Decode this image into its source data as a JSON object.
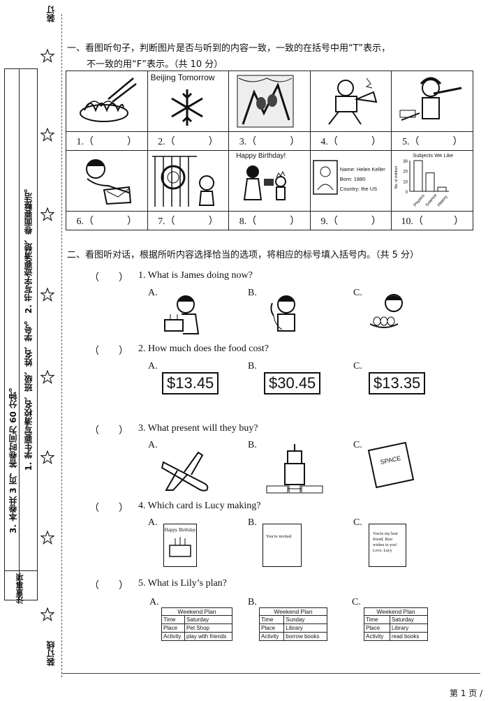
{
  "binding": {
    "top_label": "装订",
    "bottom_label": "装订线",
    "notes_title": "注意事项",
    "note1": "1. 学生要写清校名、班级、姓名、学号。 2. 书写字迹要清楚、卷面要整洁。",
    "note2": "3. 本卷共 3 页，答卷时间为 60 分钟。"
  },
  "section1": {
    "title": "一、看图听句子，判断图片是否与听到的内容一致，一致的在括号中用“T”表示，",
    "title2": "不一致的用“F”表示。（共 10 分）",
    "row1": [
      {
        "num": "1.（",
        "close": "）",
        "icon": "noodles-icon"
      },
      {
        "num": "2.（",
        "close": "）",
        "icon": "snowflake-icon",
        "caption": "Beijing  Tomorrow"
      },
      {
        "num": "3.（",
        "close": "）",
        "icon": "birds-tree-icon"
      },
      {
        "num": "4.（",
        "close": "）",
        "icon": "boy-running-icon"
      },
      {
        "num": "5.（",
        "close": "）",
        "icon": "girl-flute-icon"
      }
    ],
    "row2": [
      {
        "num": "6.（",
        "close": "）",
        "icon": "boy-writing-icon"
      },
      {
        "num": "7.（",
        "close": "）",
        "icon": "lion-cage-icon"
      },
      {
        "num": "8.（",
        "close": "）",
        "icon": "birthday-gift-icon",
        "caption": "Happy Birthday!"
      },
      {
        "num": "9.（",
        "close": "）",
        "icon": "profile-card-icon",
        "name": "Name: Helen Keller",
        "born": "Born: 1880",
        "country": "Country: the US"
      },
      {
        "num": "10.（",
        "close": "）",
        "icon": "bar-chart-icon",
        "chart_title": "Subjects We Like",
        "ylabel": "No. of children",
        "yticks": [
          "30",
          "20",
          "10",
          "0"
        ],
        "cats": [
          "Physics",
          "Science",
          "History"
        ],
        "values": [
          30,
          18,
          4
        ]
      }
    ]
  },
  "section2": {
    "title": "二、看图听对话，根据所听内容选择恰当的选项，将相应的标号填入括号内。（共 5 分）",
    "paren_open": "（",
    "paren_close": "）",
    "q1": "1. What is James doing now?",
    "q2": "2. How much does the food cost?",
    "q3": "3. What present will they buy?",
    "q4": "4. Which card is Lucy making?",
    "q5": "5. What is Lily’s plan?",
    "labels": [
      "A.",
      "B.",
      "C."
    ],
    "prices": [
      "$13.45",
      "$30.45",
      "$13.35"
    ],
    "card_a": "Happy Birthday",
    "card_b": "You're invited",
    "card_c": "You're my best friend. Best wishes to you! Love, Lucy",
    "book_title": "SPACE",
    "plans": [
      {
        "title": "Weekend Plan",
        "rows": [
          [
            "Time",
            "Saturday"
          ],
          [
            "Place",
            "Pet Shop"
          ],
          [
            "Activity",
            "play with friends"
          ]
        ]
      },
      {
        "title": "Weekend Plan",
        "rows": [
          [
            "Time",
            "Sunday"
          ],
          [
            "Place",
            "Library"
          ],
          [
            "Activity",
            "borrow books"
          ]
        ]
      },
      {
        "title": "Weekend Plan",
        "rows": [
          [
            "Time",
            "Saturday"
          ],
          [
            "Place",
            "Library"
          ],
          [
            "Activity",
            "read books"
          ]
        ]
      }
    ]
  },
  "footer": {
    "page": "第 1 页 /"
  }
}
